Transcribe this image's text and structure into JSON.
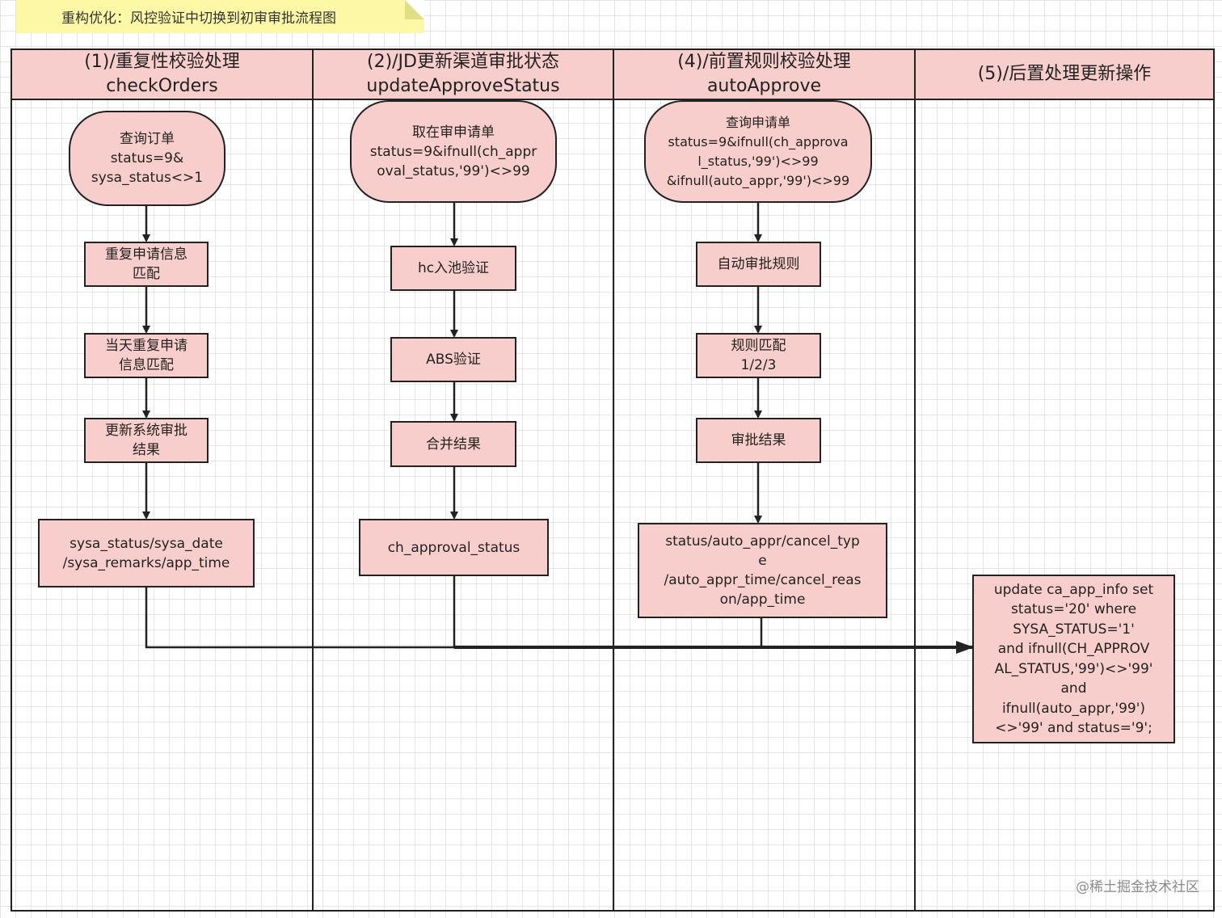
{
  "title_note": "重构优化：风控验证中切换到初审审批流程图",
  "lanes": [
    {
      "line1": "(1)/重复性校验处理",
      "line2": "checkOrders"
    },
    {
      "line1": "(2)/JD更新渠道审批状态",
      "line2": "updateApproveStatus"
    },
    {
      "line1": "(4)/前置规则校验处理",
      "line2": "autoApprove"
    },
    {
      "line1": "(5)/后置处理更新操作",
      "line2": ""
    }
  ],
  "nodes": {
    "l1_start": "查询订单\nstatus=9&\nsysa_status<>1",
    "l1_step1": "重复申请信息\n匹配",
    "l1_step2": "当天重复申请\n信息匹配",
    "l1_step3": "更新系统审批\n结果",
    "l1_fields": "sysa_status/sysa_date\n/sysa_remarks/app_time",
    "l2_start": "取在审申请单\nstatus=9&ifnull(ch_appr\noval_status,'99')<>99",
    "l2_step1": "hc入池验证",
    "l2_step2": "ABS验证",
    "l2_step3": "合并结果",
    "l2_fields": "ch_approval_status",
    "l3_start": "查询申请单\nstatus=9&ifnull(ch_approva\nl_status,'99')<>99\n&ifnull(auto_appr,'99')<>99",
    "l3_step1": "自动审批规则",
    "l3_step2": "规则匹配\n1/2/3",
    "l3_step3": "审批结果",
    "l3_fields": "status/auto_appr/cancel_typ\ne\n/auto_appr_time/cancel_reas\non/app_time",
    "l4_update": "update ca_app_info set\nstatus='20' where\nSYSA_STATUS='1'\nand   ifnull(CH_APPROV\nAL_STATUS,'99')<>'99'\nand\nifnull(auto_appr,'99')\n<>'99' and status='9';"
  },
  "watermark": "@稀土掘金技术社区",
  "colors": {
    "node_fill": "#f8cecc",
    "note_fill": "#fdf8a6",
    "stroke": "#222222"
  }
}
